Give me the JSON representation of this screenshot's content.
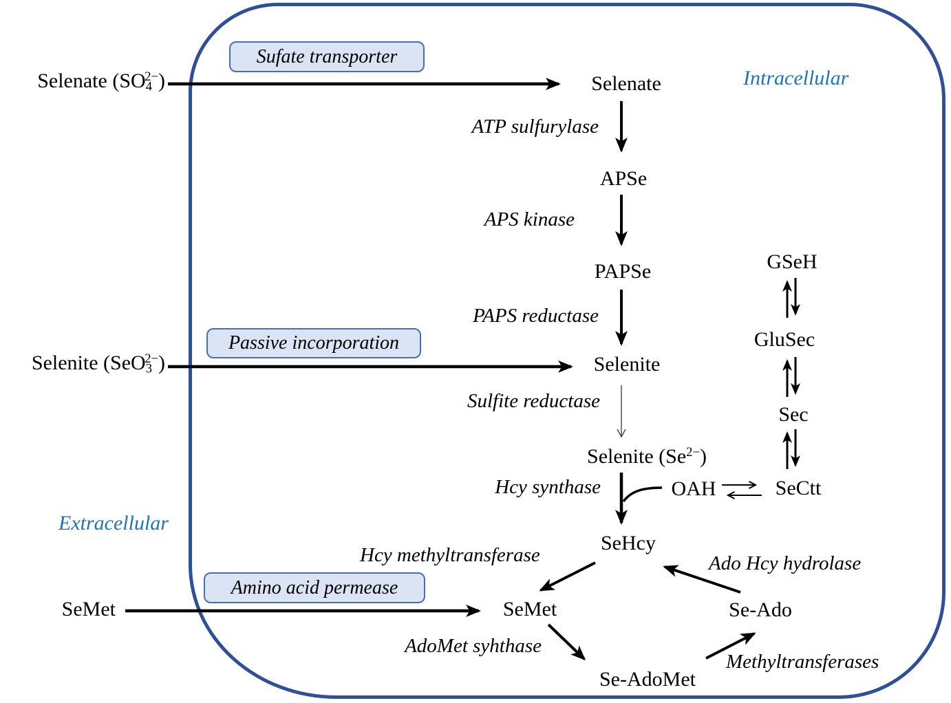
{
  "regions": {
    "intracellular": "Intracellular",
    "extracellular": "Extracellular"
  },
  "colors": {
    "membrane_border": "#2f5096",
    "transporter_fill": "#dbe4f4",
    "transporter_border": "#4a6cb3",
    "region_label": "#2173b8",
    "arrow": "#000000"
  },
  "transporters": {
    "sulfate_transporter": "Sufate transporter",
    "passive_incorporation": "Passive incorporation",
    "amino_acid_permease": "Amino acid permease"
  },
  "extracellular_species": {
    "selenate": {
      "pre": "Selenate (SO",
      "sub": "4",
      "sup": "2−",
      "post": ")"
    },
    "selenite": {
      "pre": "Selenite (SeO",
      "sub": "3",
      "sup": "2−",
      "post": ")"
    },
    "semet": "SeMet"
  },
  "intracellular_species": {
    "selenate": "Selenate",
    "apse": "APSe",
    "papse": "PAPSe",
    "selenite": "Selenite",
    "selenide": {
      "pre": "Selenite (Se",
      "sup": "2−",
      "post": ")"
    },
    "sehcy": "SeHcy",
    "semet": "SeMet",
    "se_adomet": "Se-AdoMet",
    "se_ado": "Se-Ado",
    "oah": "OAH",
    "gseh": "GSeH",
    "glusec": "GluSec",
    "sec": "Sec",
    "sectt": "SeCtt"
  },
  "enzymes": {
    "atp_sulfurylase": "ATP sulfurylase",
    "aps_kinase": "APS kinase",
    "paps_reductase": "PAPS reductase",
    "sulfite_reductase": "Sulfite reductase",
    "hcy_synthase": "Hcy synthase",
    "hcy_methyltransferase": "Hcy methyltransferase",
    "adomet_synthase": "AdoMet syhthase",
    "methyltransferases": "Methyltransferases",
    "ado_hcy_hydrolase": "Ado Hcy hydrolase"
  }
}
